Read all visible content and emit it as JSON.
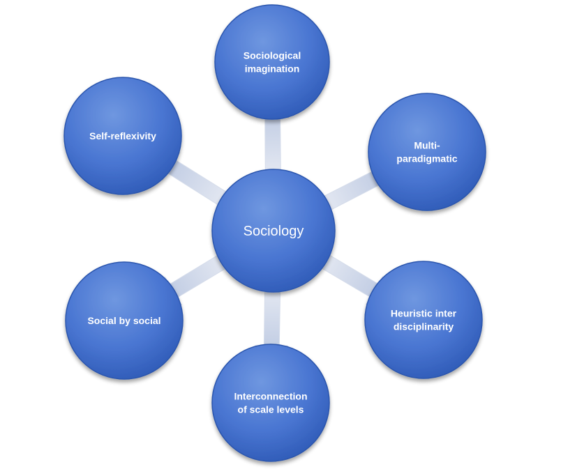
{
  "colors": {
    "circle_light": "#6f97e0",
    "circle_mid": "#4a76d2",
    "circle_dark": "#2c58b4",
    "circle_border": "#2b55ad",
    "arrow_light": "#e6eaf3",
    "arrow_dark": "#b9c6e0",
    "text": "#ffffff"
  },
  "diagram": {
    "center": {
      "label": "Sociology"
    },
    "nodes": [
      {
        "id": "sociological-imagination",
        "lines": [
          "Sociological",
          "imagination"
        ]
      },
      {
        "id": "multi-paradigmatic",
        "lines": [
          "Multi-",
          "paradigmatic"
        ]
      },
      {
        "id": "heuristic-interdisciplinarity",
        "lines": [
          "Heuristic inter",
          "disciplinarity"
        ]
      },
      {
        "id": "interconnection-of-scale-levels",
        "lines": [
          "Interconnection",
          "of scale levels"
        ]
      },
      {
        "id": "social-by-social",
        "lines": [
          "Social by social"
        ]
      },
      {
        "id": "self-reflexivity",
        "lines": [
          "Self-reflexivity"
        ]
      }
    ]
  }
}
